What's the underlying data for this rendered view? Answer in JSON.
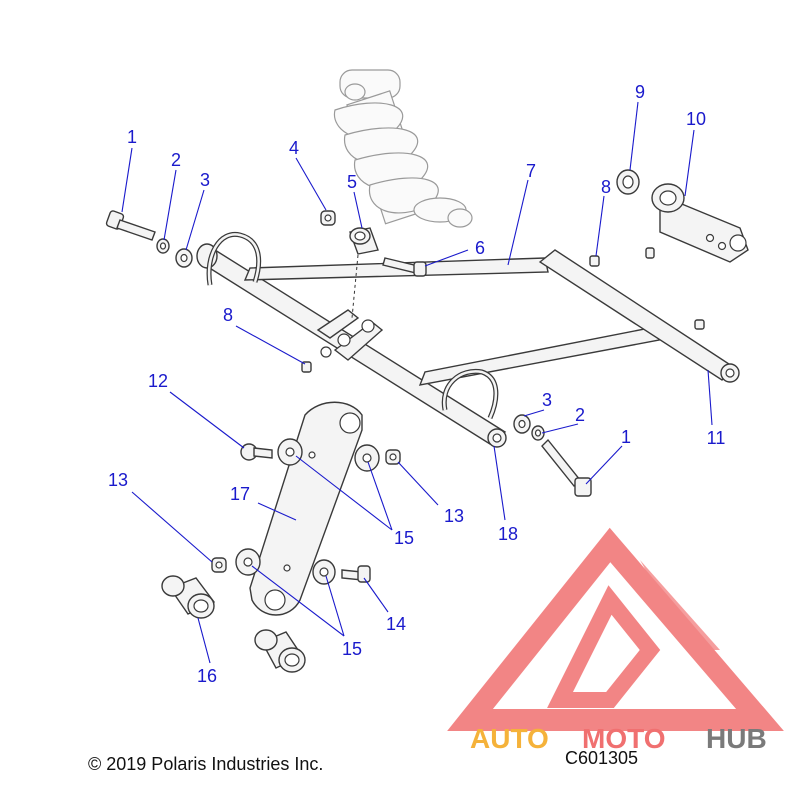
{
  "callouts": {
    "c1a": "1",
    "c2a": "2",
    "c3a": "3",
    "c4": "4",
    "c5": "5",
    "c6": "6",
    "c7": "7",
    "c8a": "8",
    "c9": "9",
    "c10": "10",
    "c8b": "8",
    "c11": "11",
    "c12": "12",
    "c3b": "3",
    "c2b": "2",
    "c1b": "1",
    "c13a": "13",
    "c13b": "13",
    "c15a": "15",
    "c17": "17",
    "c18": "18",
    "c14": "14",
    "c15b": "15",
    "c16": "16"
  },
  "footer": {
    "copyright": "© 2019 Polaris Industries Inc.",
    "diagram_code": "C601305"
  },
  "watermark": {
    "word_auto": "AUTO",
    "word_moto": "MOTO",
    "word_hub": "HUB",
    "color_primary": "#f07070",
    "color_accent": "#f5b23a",
    "color_dark": "#7a7a7a"
  }
}
